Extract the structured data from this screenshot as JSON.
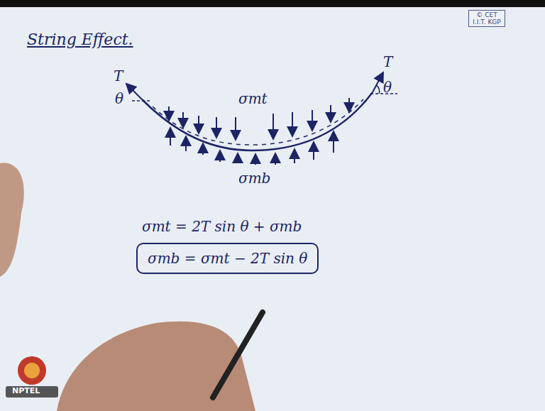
{
  "diagram": {
    "title": "String Effect.",
    "nodes": [
      {
        "text": [
          "© CET I.I.T. KGP"
        ]
      },
      {
        "text": [
          "σmb = σmt − 2T sin θ"
        ]
      }
    ],
    "labels": [
      "T",
      "θ",
      "T",
      "θ",
      "σmt",
      "σmb",
      "σmt = 2T sin θ + σmb",
      "NPTEL"
    ]
  }
}
